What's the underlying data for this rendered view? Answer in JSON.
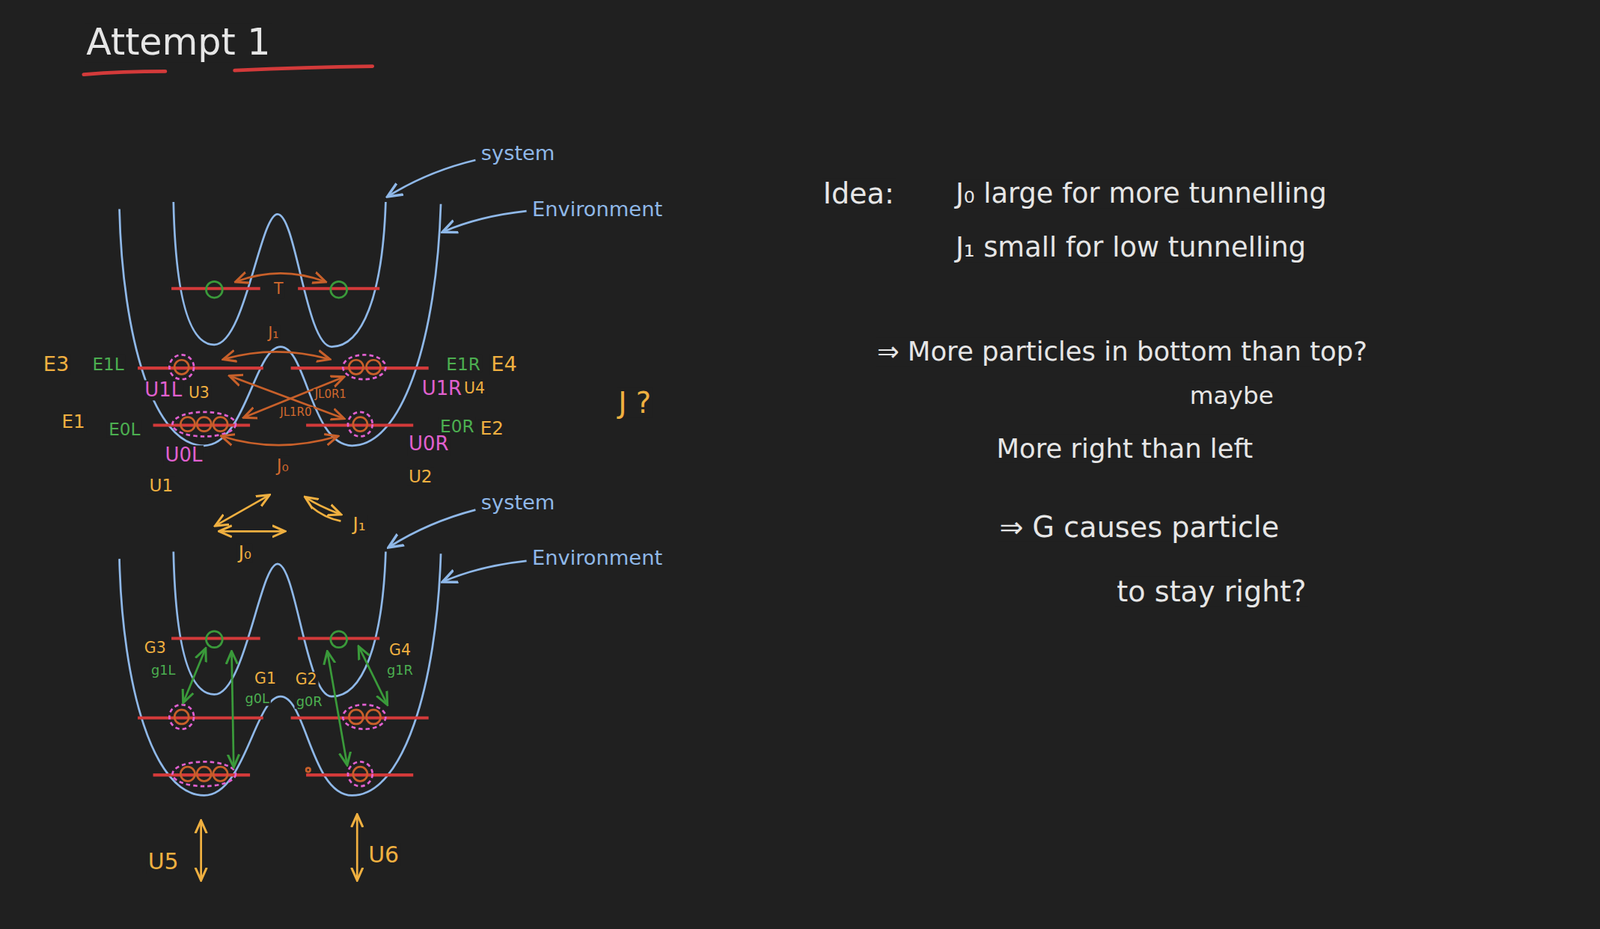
{
  "diagram": {
    "title": "Attempt 1",
    "labels": [
      "system",
      "Environment",
      "T",
      "J₁",
      "JL0R1",
      "JL1R0",
      "J₀",
      "E3",
      "E1L",
      "U1L",
      "U3",
      "E1",
      "E0L",
      "U0L",
      "U1",
      "E1R",
      "E4",
      "U1R",
      "U4",
      "E0R",
      "E2",
      "U0R",
      "U2",
      "J ?",
      "J₀",
      "J₁",
      "system",
      "Environment",
      "G3",
      "g1L",
      "G1",
      "g0L",
      "G2",
      "g0R",
      "G4",
      "g1R",
      "U5",
      "U6",
      "Idea:",
      "J₀ large for more tunnelling",
      "J₁ small for low tunnelling",
      "⇒ More particles in bottom than top?",
      "maybe",
      "More right than left",
      "⇒ G causes particle",
      "to stay right?"
    ]
  }
}
